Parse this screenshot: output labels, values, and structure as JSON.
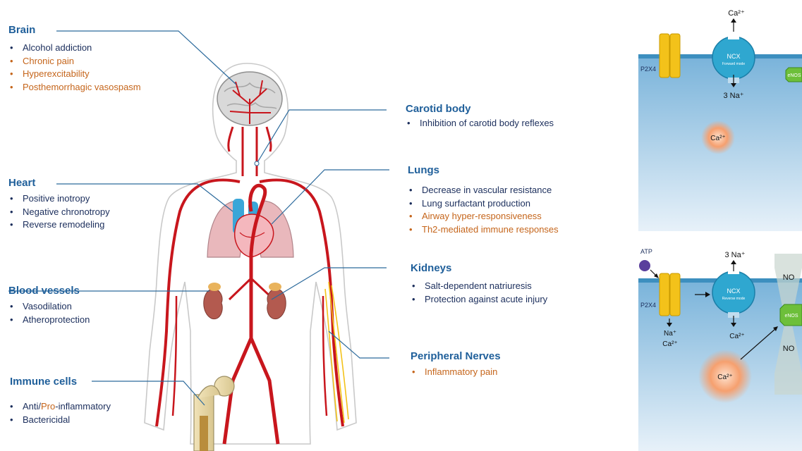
{
  "sections": {
    "brain": {
      "title": "Brain",
      "items": [
        {
          "text": "Alcohol addiction",
          "color": "#1b2e5c"
        },
        {
          "text": "Chronic pain",
          "color": "#c5651b"
        },
        {
          "text": "Hyperexcitability",
          "color": "#c5651b"
        },
        {
          "text": "Posthemorrhagic vasospasm",
          "color": "#c5651b"
        }
      ]
    },
    "heart": {
      "title": "Heart",
      "items": [
        {
          "text": "Positive inotropy",
          "color": "#1b2e5c"
        },
        {
          "text": "Negative chronotropy",
          "color": "#1b2e5c"
        },
        {
          "text": "Reverse remodeling",
          "color": "#1b2e5c"
        }
      ]
    },
    "blood_vessels": {
      "title": "Blood vessels",
      "items": [
        {
          "text": "Vasodilation",
          "color": "#1b2e5c"
        },
        {
          "text": "Atheroprotection",
          "color": "#1b2e5c"
        }
      ]
    },
    "immune_cells": {
      "title": "Immune cells",
      "item1_parts": [
        "Anti/",
        "Pro",
        "-inflammatory"
      ],
      "item2": "Bactericidal"
    },
    "carotid_body": {
      "title": "Carotid body",
      "items": [
        {
          "text": "Inhibition of carotid body reflexes",
          "color": "#1b2e5c"
        }
      ]
    },
    "lungs": {
      "title": "Lungs",
      "items": [
        {
          "text": "Decrease in vascular resistance",
          "color": "#1b2e5c"
        },
        {
          "text": "Lung surfactant production",
          "color": "#1b2e5c"
        },
        {
          "text": "Airway hyper-responsiveness",
          "color": "#c5651b"
        },
        {
          "text": "Th2-mediated immune responses",
          "color": "#c5651b"
        }
      ]
    },
    "kidneys": {
      "title": "Kidneys",
      "items": [
        {
          "text": "Salt-dependent natriuresis",
          "color": "#1b2e5c"
        },
        {
          "text": "Protection against acute injury",
          "color": "#1b2e5c"
        }
      ]
    },
    "peripheral_nerves": {
      "title": "Peripheral Nerves",
      "items": [
        {
          "text": "Inflammatory pain",
          "color": "#c5651b"
        }
      ]
    }
  },
  "cell_top": {
    "ca_out": "Ca²⁺",
    "ncx": "NCX",
    "ncx_mode": "Forward mode",
    "na_in": "3 Na⁺",
    "p2x4": "P2X4",
    "enos": "eNOS",
    "ca_in": "Ca²⁺"
  },
  "cell_bottom": {
    "atp": "ATP",
    "na_out": "3 Na⁺",
    "ncx": "NCX",
    "ncx_mode": "Reverse mode",
    "ca_in_ncx": "Ca²⁺",
    "p2x4": "P2X4",
    "na_in": "Na⁺",
    "ca_in_p2x4": "Ca²⁺",
    "enos": "eNOS",
    "no_top": "NO",
    "no_bottom": "NO",
    "ca_blob": "Ca²⁺"
  },
  "colors": {
    "heading": "#1f5f9a",
    "text_blue": "#1b2e5c",
    "text_orange": "#c5651b",
    "artery": "#c8161d",
    "membrane": "#3d8fbf",
    "cytoplasm": "#8fbfde",
    "channel": "#f3c21a",
    "ncx": "#2fa7d0",
    "enos": "#6dbf3a"
  }
}
